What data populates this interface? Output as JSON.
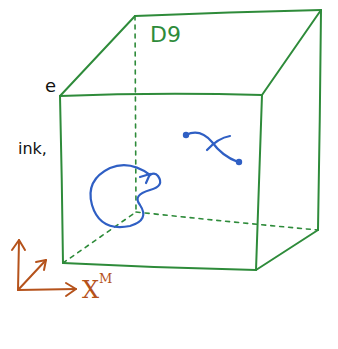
{
  "diagram": {
    "labels": [
      "D9",
      "e",
      "ink,",
      "X",
      "M"
    ]
  }
}
